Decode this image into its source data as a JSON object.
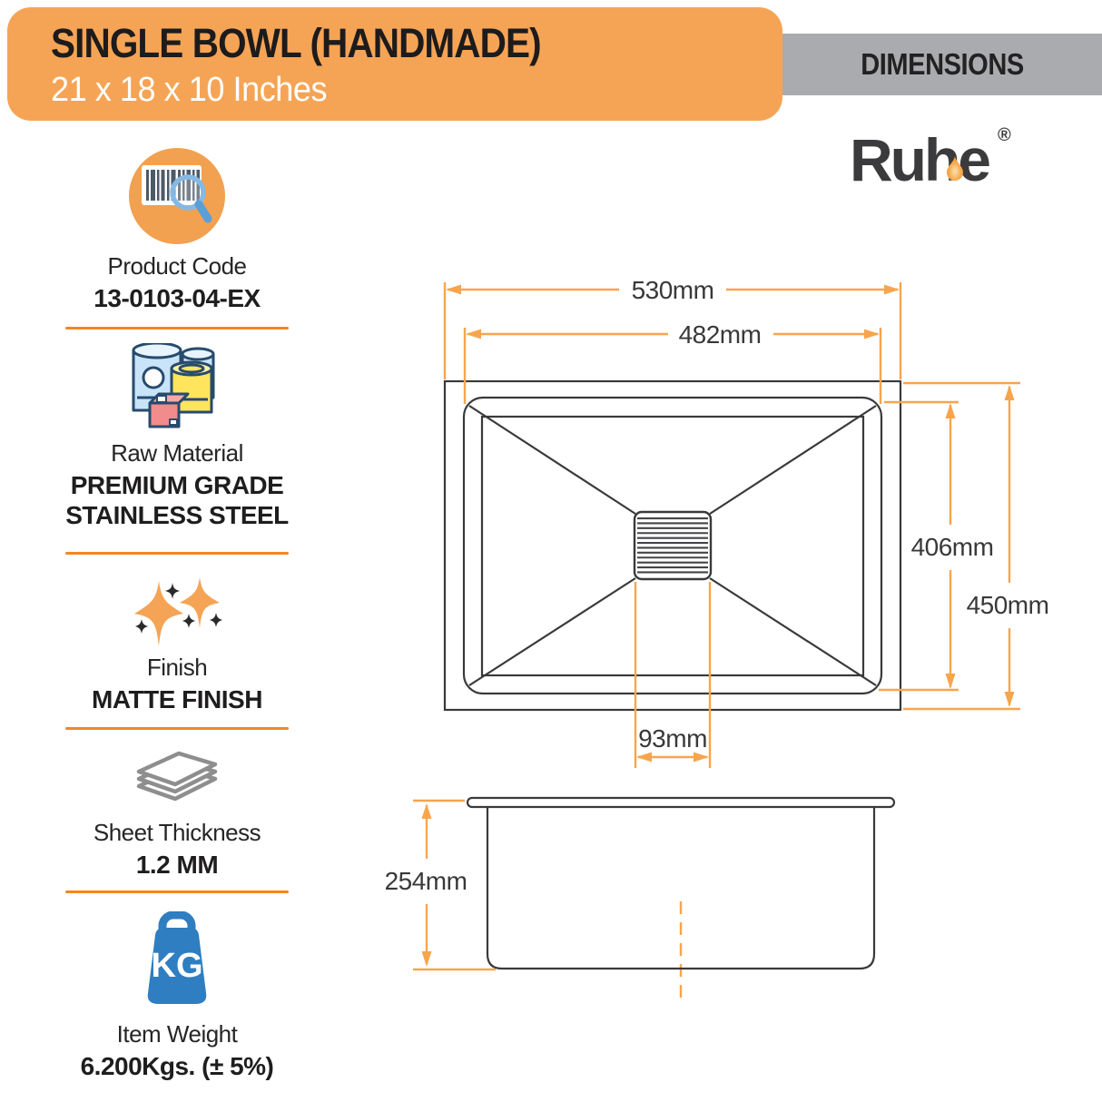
{
  "header": {
    "title": "SINGLE BOWL (HANDMADE)",
    "subtitle": "21 x 18 x 10 Inches",
    "dimensions_label": "DIMENSIONS",
    "brand": "Ruhe",
    "brand_mark": "®"
  },
  "specs": [
    {
      "icon": "barcode-search-icon",
      "label": "Product Code",
      "value": "13-0103-04-EX"
    },
    {
      "icon": "raw-material-cans-icon",
      "label": "Raw Material",
      "value": "PREMIUM GRADE STAINLESS STEEL"
    },
    {
      "icon": "sparkles-icon",
      "label": "Finish",
      "value": "MATTE FINISH"
    },
    {
      "icon": "sheet-stack-icon",
      "label": "Sheet Thickness",
      "value": "1.2 MM"
    },
    {
      "icon": "weight-kg-icon",
      "icon_text": "KG",
      "label": "Item Weight",
      "value": "6.200Kgs. (± 5%)"
    }
  ],
  "drawing": {
    "top_view": {
      "outer_width": "530mm",
      "inner_width": "482mm",
      "inner_depth": "406mm",
      "outer_depth": "450mm",
      "drain_width": "93mm"
    },
    "side_view": {
      "bowl_depth": "254mm"
    }
  },
  "colors": {
    "accent_orange": "#F5A455",
    "divider_orange": "#F5861F",
    "dimension_orange": "#F7A54D",
    "banner_gray": "#A9ABAE",
    "line_dark": "#3A393B",
    "icon_blue": "#2E7EC1",
    "magnifier_blue": "#5B9FD8",
    "text_dark": "#262425"
  }
}
